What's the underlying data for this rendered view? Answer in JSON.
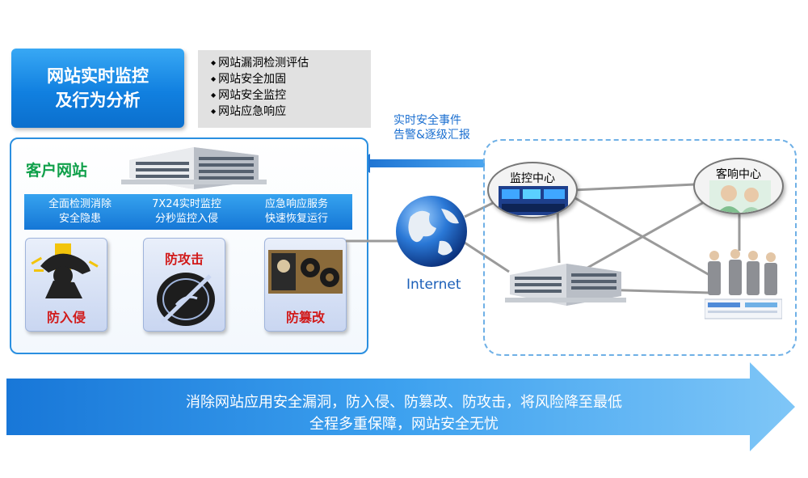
{
  "title": {
    "line1": "网站实时监控",
    "line2": "及行为分析"
  },
  "services": [
    "网站漏洞检测评估",
    "网站安全加固",
    "网站安全监控",
    "网站应急响应"
  ],
  "client": {
    "title": "客户网站",
    "features": [
      {
        "line1": "全面检测消除",
        "line2": "安全隐患"
      },
      {
        "line1": "7X24实时监控",
        "line2": "分秒监控入侵"
      },
      {
        "line1": "应急响应服务",
        "line2": "快速恢复运行"
      }
    ],
    "cards": [
      "防入侵",
      "防攻击",
      "防篡改"
    ]
  },
  "event": {
    "line1": "实时安全事件",
    "line2": "告警&逐级汇报"
  },
  "network": {
    "internet_label": "Internet",
    "monitor_center": "监控中心",
    "response_center": "客响中心"
  },
  "banner": {
    "line1": "消除网站应用安全漏洞，防入侵、防篡改、防攻击，将风险降至最低",
    "line2": "全程多重保障，网站安全无忧"
  },
  "colors": {
    "accent_blue": "#1180e0",
    "green": "#10a04a",
    "red": "#d11a1a",
    "link_blue": "#1b6fd0"
  }
}
